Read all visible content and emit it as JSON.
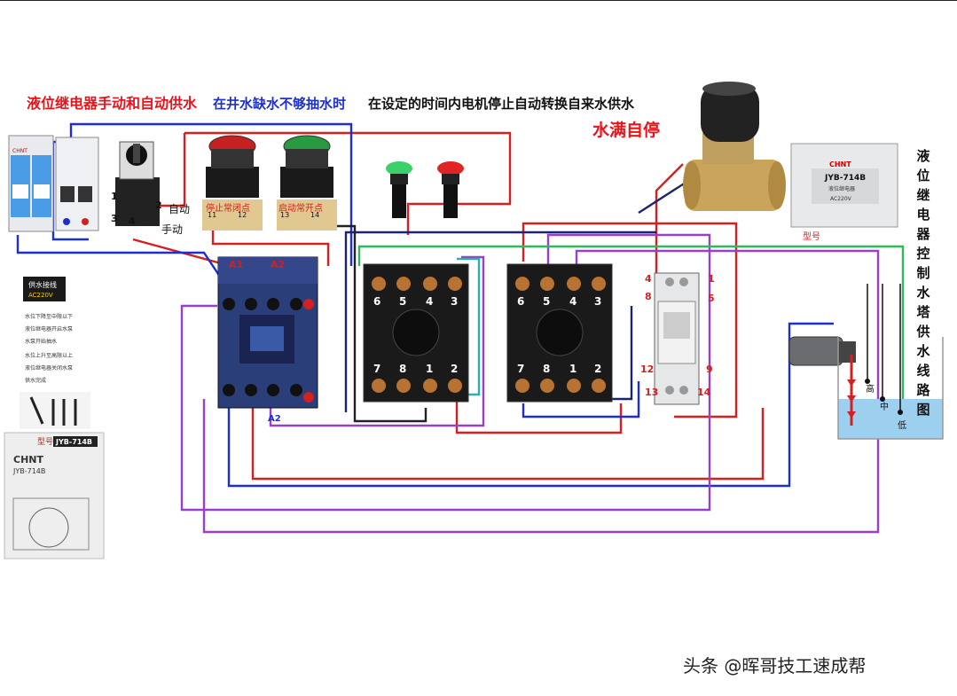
{
  "titles": {
    "main": "液位继电器手动和自动供水",
    "blue": "在井水缺水不够抽水时",
    "black": "在设定的时间内电机停止自动转换自来水供水",
    "full": "水满自停",
    "vertical": [
      "液",
      "位",
      "继",
      "电",
      "器",
      "控",
      "制",
      "水",
      "塔",
      "供",
      "水",
      "线",
      "路",
      "图"
    ]
  },
  "labels": {
    "auto": "自动",
    "manual": "手动",
    "stop_nc": "停止常闭点",
    "start_no": "启动常开点",
    "stop_11": "11",
    "stop_12": "12",
    "start_13": "13",
    "start_14": "14",
    "a1": "A1",
    "a2": "A2",
    "a2_bottom": "A2",
    "model_tag": "型号",
    "model_tag2": "型号",
    "model_name": "JYB-714B",
    "brand": "CHNT",
    "relay_name": "JYB-714B",
    "relay_sub": "液位继电器",
    "relay_voltage": "AC220V",
    "supply_title": "供水接线",
    "supply_voltage": "AC220V",
    "level_high": "高",
    "level_mid": "中",
    "level_low": "低",
    "sel_1": "1",
    "sel_2": "2",
    "sel_3": "3",
    "sel_4": "4",
    "base1_top": [
      "6",
      "5",
      "4",
      "3"
    ],
    "base1_bottom": [
      "7",
      "8",
      "1",
      "2"
    ],
    "base2_top": [
      "6",
      "5",
      "4",
      "3"
    ],
    "base2_bottom": [
      "7",
      "8",
      "1",
      "2"
    ],
    "lr_4": "4",
    "lr_1": "1",
    "lr_8": "8",
    "lr_5": "5",
    "lr_12": "12",
    "lr_9": "9",
    "lr_13": "13",
    "lr_14": "14"
  },
  "legend_steps": [
    "水位下降至中限以下",
    "液位继电器开启水泵",
    "水泵开始抽水",
    "水位上升至高限以上",
    "液位继电器关闭水泵",
    "供水完成"
  ],
  "watermark": "头条 @晖哥技工速成帮",
  "colors": {
    "title_red": "#e8141b",
    "title_blue": "#1c2fd0",
    "wire_red": "#d42020",
    "wire_blue": "#1c2fd0",
    "wire_purple": "#9a3fc8",
    "wire_green": "#31b85a",
    "wire_navy": "#1a2470",
    "wire_teal": "#2ab0b0"
  }
}
